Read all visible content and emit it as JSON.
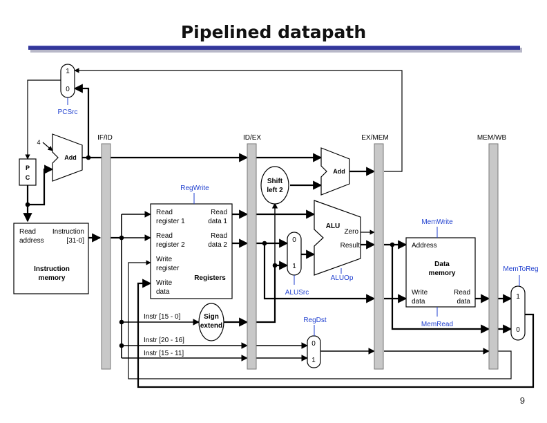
{
  "title": "Pipelined datapath",
  "page_number": "9",
  "pipeline_registers": [
    "IF/ID",
    "ID/EX",
    "EX/MEM",
    "MEM/WB"
  ],
  "pc": {
    "label_top": "P",
    "label_bottom": "C"
  },
  "pc_adder": {
    "label": "Add",
    "constant": "4"
  },
  "branch_adder": {
    "label": "Add"
  },
  "shift_left": {
    "line1": "Shift",
    "line2": "left 2"
  },
  "sign_extend": {
    "line1": "Sign",
    "line2": "extend"
  },
  "instruction_memory": {
    "port_left_1": "Read",
    "port_left_2": "address",
    "port_right_1": "Instruction",
    "port_right_2": "[31-0]",
    "name_1": "Instruction",
    "name_2": "memory"
  },
  "registers": {
    "read_reg1_a": "Read",
    "read_reg1_b": "register 1",
    "read_reg2_a": "Read",
    "read_reg2_b": "register 2",
    "write_reg_a": "Write",
    "write_reg_b": "register",
    "write_data_a": "Write",
    "write_data_b": "data",
    "read_data1_a": "Read",
    "read_data1_b": "data 1",
    "read_data2_a": "Read",
    "read_data2_b": "data 2",
    "name": "Registers"
  },
  "alu": {
    "label": "ALU",
    "zero": "Zero",
    "result": "Result"
  },
  "data_memory": {
    "address": "Address",
    "write_a": "Write",
    "write_b": "data",
    "read_a": "Read",
    "read_b": "data",
    "name_1": "Data",
    "name_2": "memory"
  },
  "mux_inputs": {
    "pcsrc": [
      "1",
      "0"
    ],
    "alusrc": [
      "0",
      "1"
    ],
    "regdst": [
      "0",
      "1"
    ],
    "memtoreg": [
      "1",
      "0"
    ]
  },
  "control_signals": {
    "pcsrc": "PCSrc",
    "regwrite": "RegWrite",
    "alusrc": "ALUSrc",
    "aluop": "ALUOp",
    "regdst": "RegDst",
    "memwrite": "MemWrite",
    "memread": "MemRead",
    "memtoreg": "MemToReg"
  },
  "instruction_fields": [
    "Instr [15 - 0]",
    "Instr [20 - 16]",
    "Instr [15 - 11]"
  ],
  "colors": {
    "title_rule": "#33379a",
    "control_signal": "#1f3fcf",
    "pipeline_register": "#c8c8c8"
  }
}
